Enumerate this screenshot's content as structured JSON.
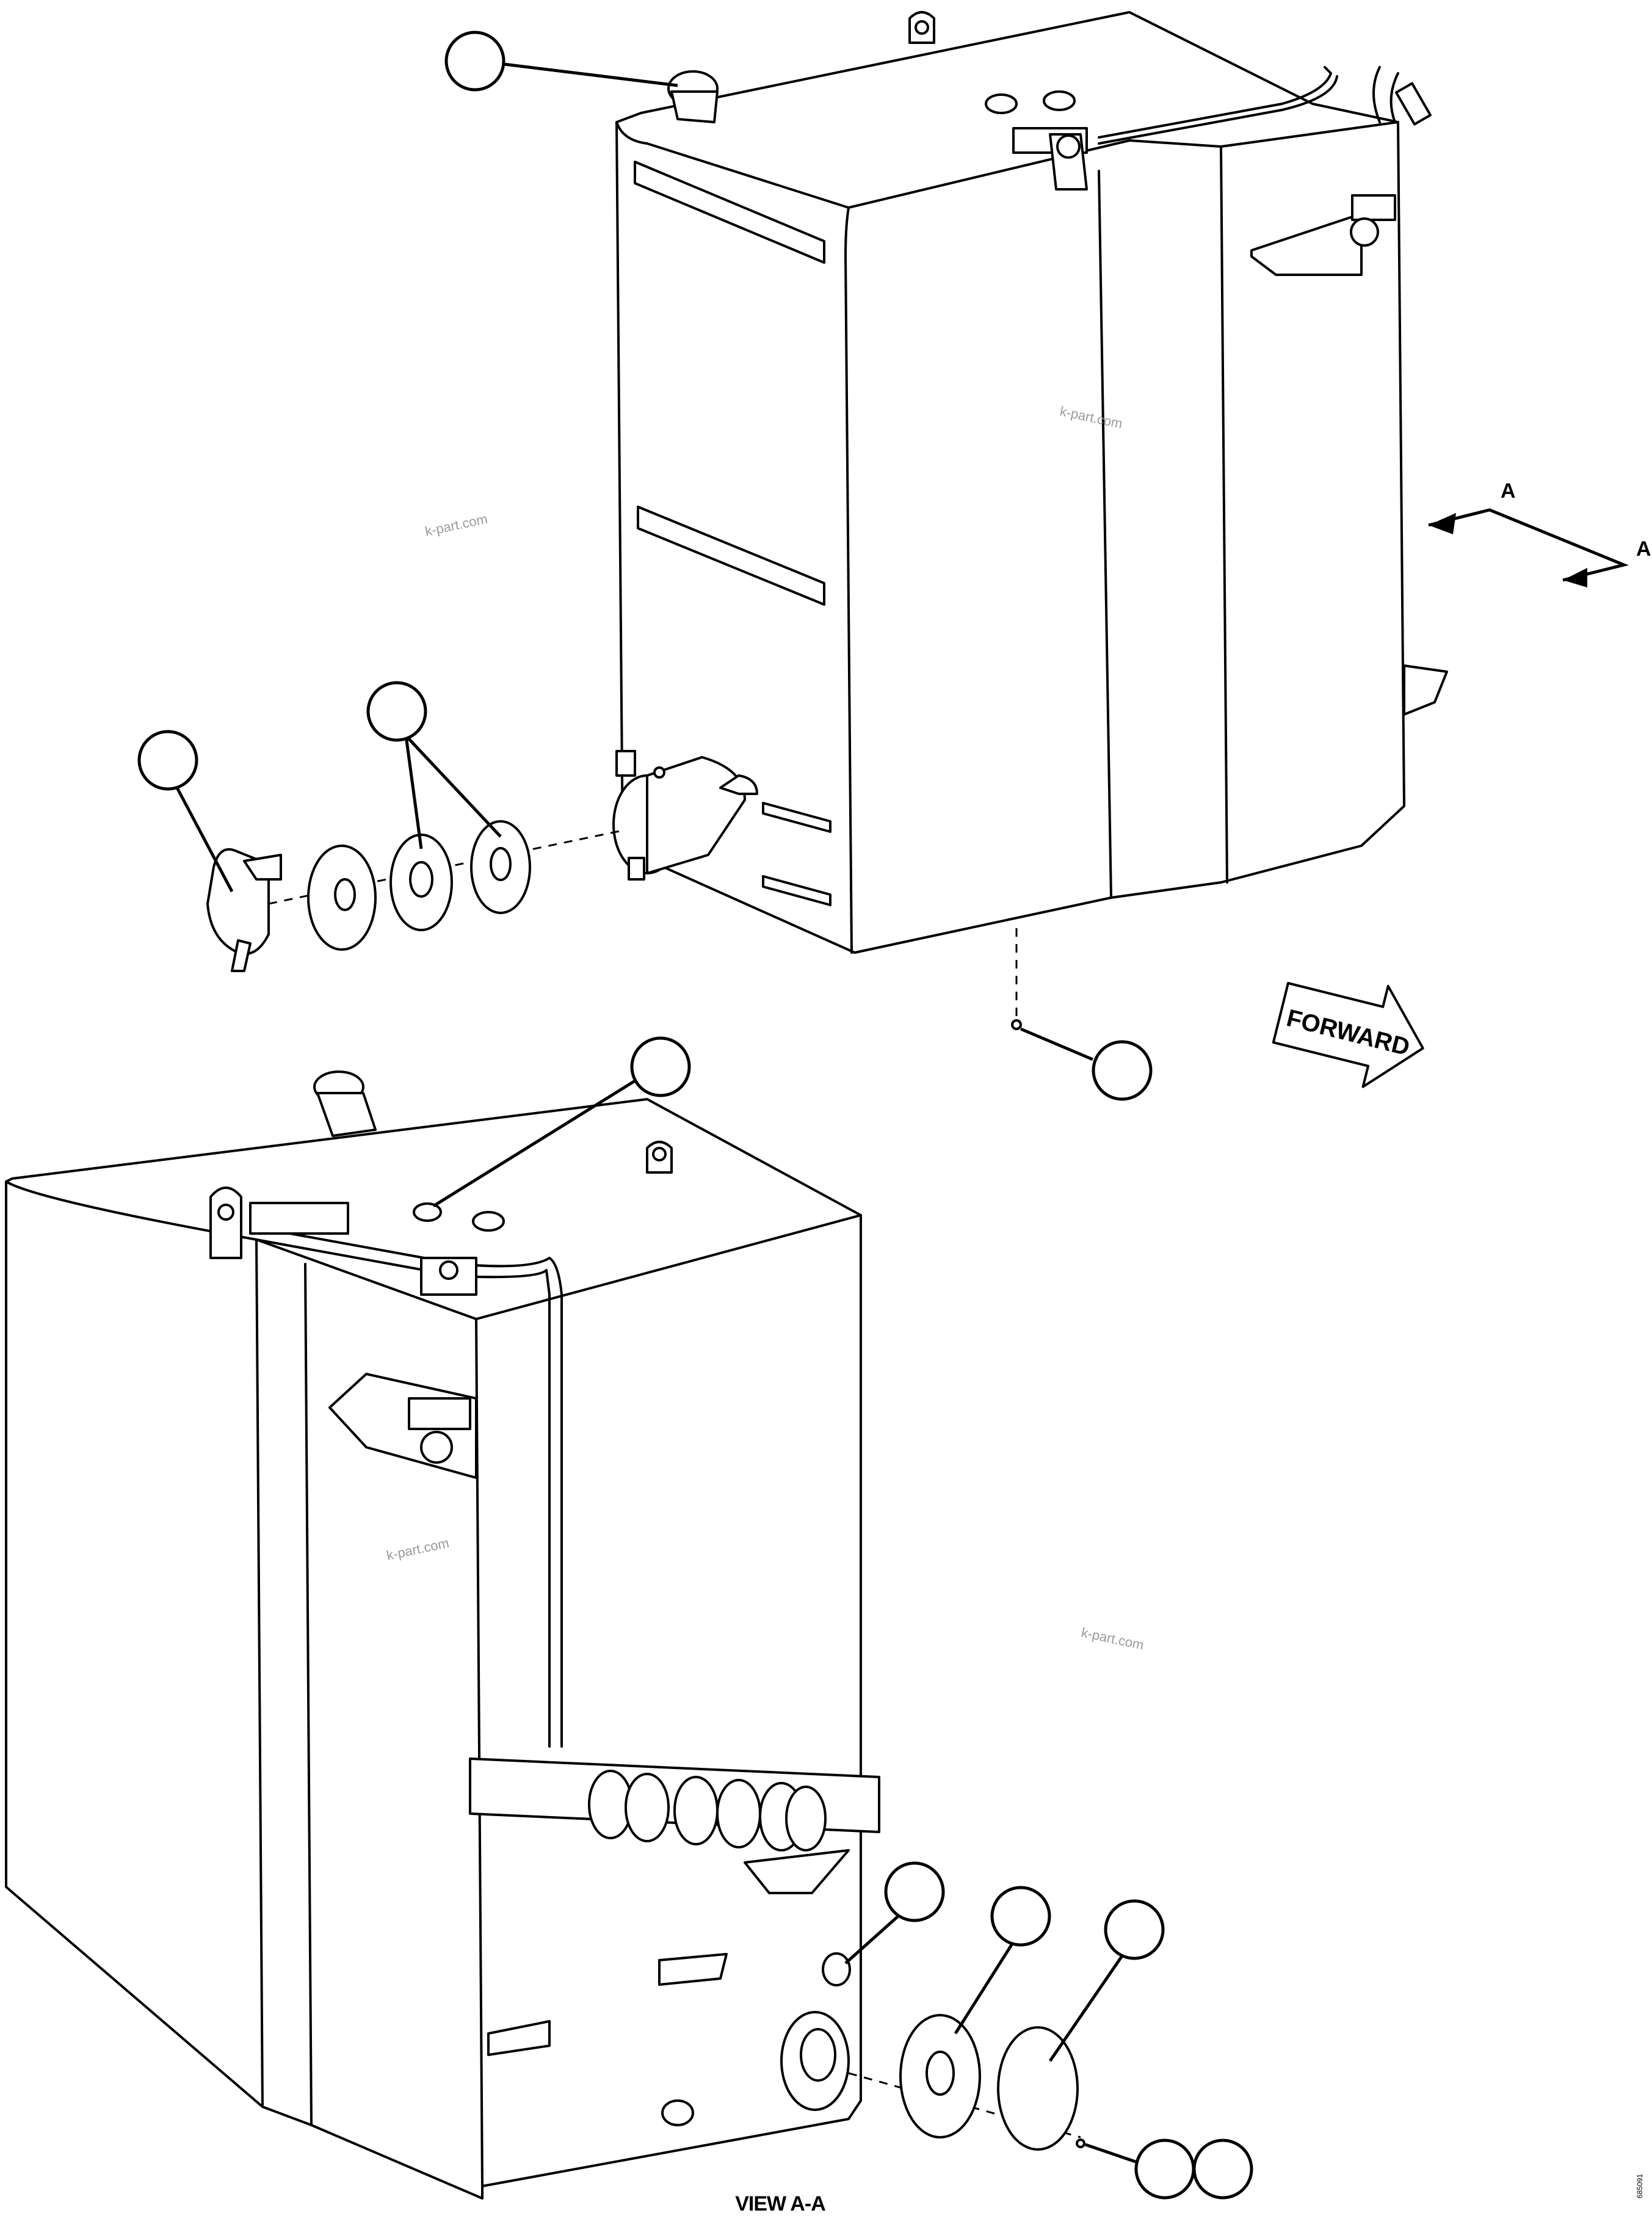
{
  "diagram": {
    "section_marker": "A",
    "view_label": "VIEW A-A",
    "direction_label": "FORWARD",
    "watermark": "k-part.com",
    "figure_code": "685091",
    "callouts": [
      "",
      "",
      "",
      "",
      "",
      "",
      "",
      "",
      "",
      ""
    ]
  }
}
